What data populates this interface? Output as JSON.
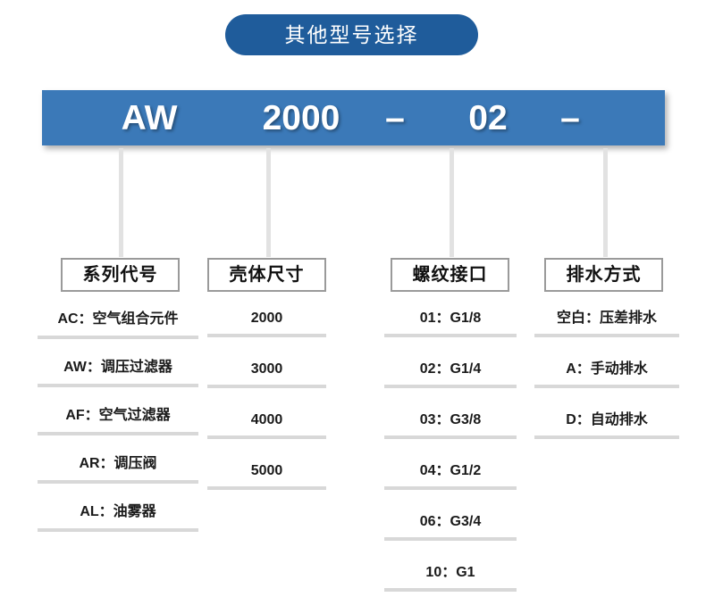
{
  "header": {
    "title": "其他型号选择"
  },
  "code_bar": {
    "segments": [
      {
        "name": "series",
        "text": "AW"
      },
      {
        "name": "size",
        "text": "2000"
      },
      {
        "name": "dash-1",
        "text": "–"
      },
      {
        "name": "thread",
        "text": "02"
      },
      {
        "name": "dash-2",
        "text": "–"
      }
    ]
  },
  "columns": [
    {
      "id": "series-code",
      "heading": "系列代号",
      "options": [
        "AC：空气组合元件",
        "AW：调压过滤器",
        "AF：空气过滤器",
        "AR：调压阀",
        "AL：油雾器"
      ]
    },
    {
      "id": "body-size",
      "heading": "壳体尺寸",
      "options": [
        "2000",
        "3000",
        "4000",
        "5000"
      ]
    },
    {
      "id": "thread-port",
      "heading": "螺纹接口",
      "options": [
        "01：G1/8",
        "02：G1/4",
        "03：G3/8",
        "04：G1/2",
        "06：G3/4",
        "10：G1"
      ]
    },
    {
      "id": "drain-type",
      "heading": "排水方式",
      "options": [
        "空白：压差排水",
        "A：手动排水",
        "D：自动排水"
      ]
    }
  ],
  "colors": {
    "pill_blue": "#1f5c9b",
    "bar_blue": "#3b79b8",
    "divider_gray": "#d8d8d8",
    "box_border_gray": "#9a9a9a",
    "connector_gray": "#e2e2e2"
  }
}
